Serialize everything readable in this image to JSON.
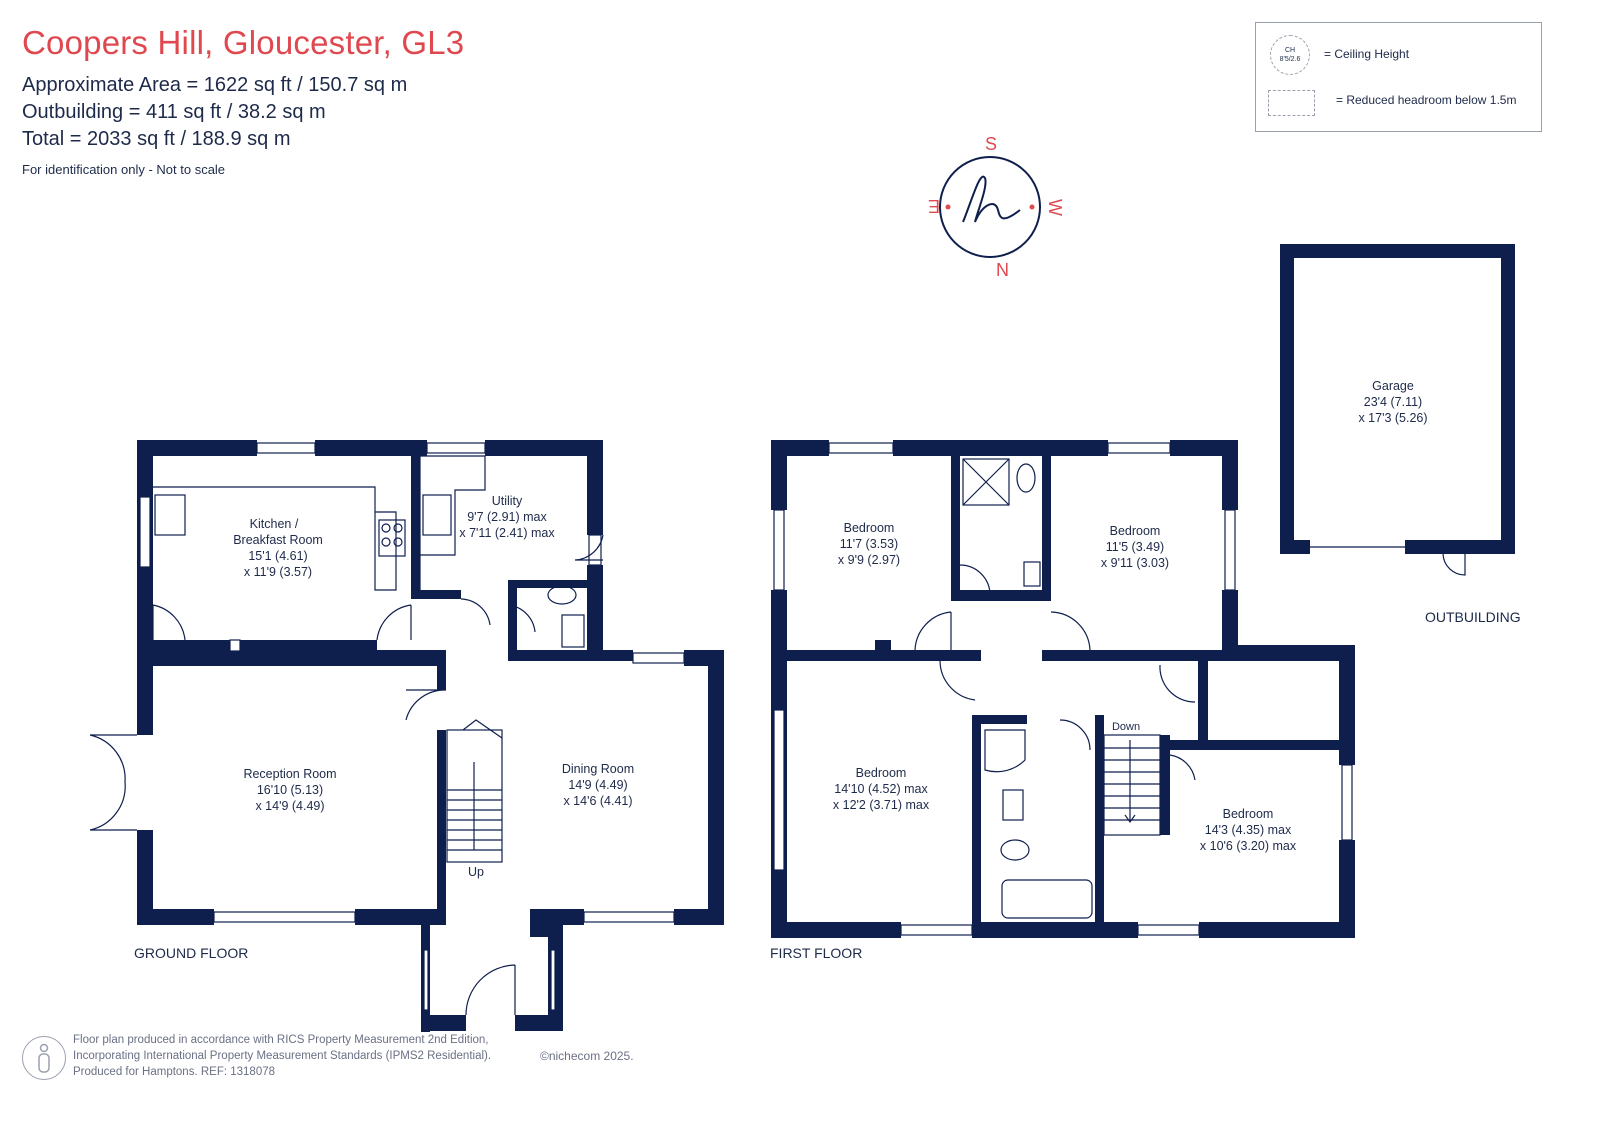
{
  "header": {
    "title": "Coopers Hill, Gloucester, GL3",
    "approx_area": "Approximate Area = 1622 sq ft / 150.7 sq m",
    "outbuilding": "Outbuilding = 411 sq ft / 38.2 sq m",
    "total": "Total = 2033 sq ft / 188.9 sq m",
    "note": "For identification only - Not to scale"
  },
  "legend": {
    "ch_line1": "CH",
    "ch_line2": "8'5/2.6",
    "ceiling_label": "= Ceiling Height",
    "headroom_label": "= Reduced headroom below 1.5m"
  },
  "compass": {
    "top": "S",
    "bottom": "N",
    "left": "E",
    "right": "W",
    "logo": "h"
  },
  "ground_floor": {
    "label": "GROUND FLOOR",
    "stairs_label": "Up",
    "rooms": {
      "kitchen": {
        "name1": "Kitchen /",
        "name2": "Breakfast Room",
        "dim1": "15'1 (4.61)",
        "dim2": "x 11'9 (3.57)"
      },
      "utility": {
        "name": "Utility",
        "dim1": "9'7 (2.91) max",
        "dim2": "x 7'11 (2.41) max"
      },
      "reception": {
        "name": "Reception Room",
        "dim1": "16'10 (5.13)",
        "dim2": "x 14'9 (4.49)"
      },
      "dining": {
        "name": "Dining Room",
        "dim1": "14'9 (4.49)",
        "dim2": "x 14'6 (4.41)"
      }
    }
  },
  "first_floor": {
    "label": "FIRST FLOOR",
    "stairs_label": "Down",
    "rooms": {
      "bedroom_a": {
        "name": "Bedroom",
        "dim1": "11'7 (3.53)",
        "dim2": "x 9'9 (2.97)"
      },
      "bedroom_b": {
        "name": "Bedroom",
        "dim1": "11'5 (3.49)",
        "dim2": "x 9'11 (3.03)"
      },
      "bedroom_c": {
        "name": "Bedroom",
        "dim1": "14'10 (4.52) max",
        "dim2": "x 12'2 (3.71) max"
      },
      "bedroom_d": {
        "name": "Bedroom",
        "dim1": "14'3 (4.35) max",
        "dim2": "x 10'6 (3.20) max"
      }
    }
  },
  "outbuilding_plan": {
    "label": "OUTBUILDING",
    "garage": {
      "name": "Garage",
      "dim1": "23'4 (7.11)",
      "dim2": "x 17'3 (5.26)"
    }
  },
  "footer": {
    "line1": "Floor plan produced in accordance with RICS Property Measurement 2nd Edition,",
    "line2": "Incorporating International Property Measurement Standards (IPMS2 Residential).",
    "line3": "Produced for Hamptons.  REF:  1318078",
    "copyright": "©nichecom 2025."
  },
  "colors": {
    "wall": "#0f1f4d",
    "title": "#e0484f",
    "compass_letters": "#e0484f"
  }
}
